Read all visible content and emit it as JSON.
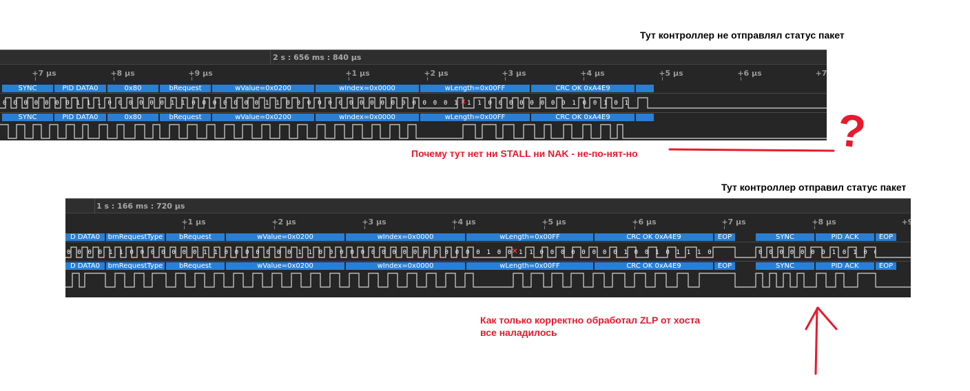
{
  "notes": {
    "top_status": "Тут контроллер не отправлял статус пакет",
    "question": "Почему тут нет ни STALL ни NAK - не-по-нят-но",
    "bottom_status": "Тут контроллер отправил статус пакет",
    "zlp_line1": "Как только корректно обработал ZLP от хоста",
    "zlp_line2": "все наладилось",
    "question_mark": "?"
  },
  "capture_top": {
    "time_label": "2 s : 656 ms : 840 µs",
    "ticks": [
      "+7 µs",
      "+8 µs",
      "+9 µs",
      "+1 µs",
      "+2 µs",
      "+3 µs",
      "+4 µs",
      "+5 µs",
      "+6 µs",
      "+7"
    ],
    "segments": [
      "SYNC",
      "PID DATA0",
      "0x80",
      "bRequest",
      "wValue=0x0200",
      "wIndex=0x0000",
      "wLength=0x00FF",
      "CRC OK 0xA4E9"
    ],
    "bits": "0 0 0 0 0 0 0 1 1 1 0 0 0 0 0 0 1 1 0 0 0 0 0 0 0 1 1 0 0 0 0 0 0 0 0 0 0 0 0 0 0 0 0 1 0 0 0 0 0 0 0 0 0 0 0 0 0 0 0 0 0 0 0 0 0 0 0 1 1 1 1 1 1",
    "bits_after_x": "1 1 0 0 0 0 0 0 0 0 1 0 0 1 0 1 1 1 0 0 1 0 0 1 0 1"
  },
  "capture_bottom": {
    "time_label": "1 s : 166 ms : 720 µs",
    "ticks": [
      "+1 µs",
      "+2 µs",
      "+3 µs",
      "+4 µs",
      "+5 µs",
      "+6 µs",
      "+7 µs",
      "+8 µs",
      "+9"
    ],
    "segments": [
      "D DATA0",
      "bmRequestType",
      "bRequest",
      "wValue=0x0200",
      "wIndex=0x0000",
      "wLength=0x00FF",
      "CRC OK 0xA4E9",
      "EOP",
      "SYNC",
      "PID ACK",
      "EOP"
    ],
    "bits": "0 0 0 0 1 1 0 0 0 0 0 0 0 1 1 0 0 0 0 0 0 0 1 1 0 0 0 0 0 0 0 0 0 0 0 0 0 0 0 0 1 0 0 0 0 0 0 0 0 0 0 0 0 0 0 0 0 0 0 0 0 0 0 0 0 1 1 1 1 1 1",
    "bits_after_x": "1 1 0 0 0 0 0 0 0 0 1 0 0 1 0 1 1 1 0 0 1 0 0 1 0 1",
    "bits_tail": "0 0 0 0 0 0 0 1 0 1 0 0 1 0 1 1"
  },
  "colors": {
    "annotation_red": "#e8192c",
    "segment_blue": "#2a7fd4",
    "panel_bg": "#262626"
  }
}
